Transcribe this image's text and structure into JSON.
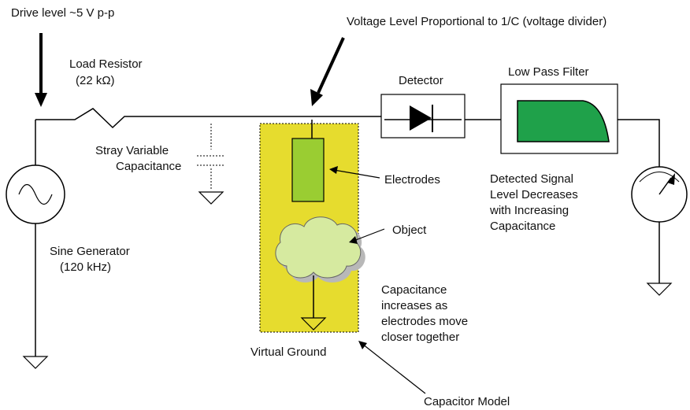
{
  "labels": {
    "drive_level": "Drive level ~5 V p-p",
    "voltage_level": "Voltage Level Proportional to 1/C (voltage divider)",
    "load_resistor": "Load Resistor",
    "load_resistor_value": "(22 kΩ)",
    "detector": "Detector",
    "low_pass_filter": "Low Pass Filter",
    "stray_line1": "Stray Variable",
    "stray_line2": "Capacitance",
    "electrodes": "Electrodes",
    "detected_line1": "Detected Signal",
    "detected_line2": "Level Decreases",
    "detected_line3": "with Increasing",
    "detected_line4": "Capacitance",
    "object": "Object",
    "sine_line1": "Sine Generator",
    "sine_line2": "(120 kHz)",
    "cap_line1": "Capacitance",
    "cap_line2": "increases as",
    "cap_line3": "electrodes move",
    "cap_line4": "closer together",
    "virtual_ground": "Virtual Ground",
    "capacitor_model": "Capacitor Model"
  },
  "colors": {
    "capacitor_box": "#e6dc2e",
    "electrode": "#9acd32",
    "object_cloud": "#d6eaa0",
    "cloud_shadow": "#b8b8b8",
    "filter_fill": "#1fa14a"
  }
}
